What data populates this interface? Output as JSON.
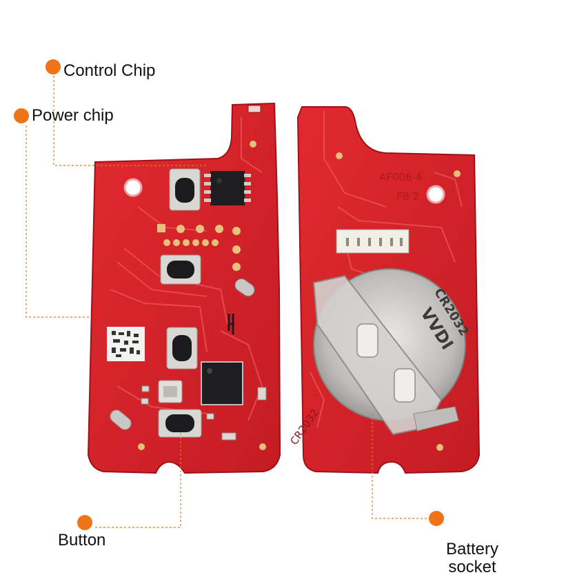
{
  "colors": {
    "pcb_red": "#d6232a",
    "pcb_dark": "#a8141b",
    "trace": "#e8474d",
    "marker_orange": "#f07318",
    "leader_line": "#e07a2a",
    "metal": "#c9c9c7",
    "chip_black": "#1d1d1f"
  },
  "callouts": {
    "control_chip": "Control Chip",
    "power_chip": "Power chip",
    "button": "Button",
    "battery_socket_line1": "Battery",
    "battery_socket_line2": "socket"
  },
  "board_markings": {
    "battery_model_text": "CR2032",
    "holder_brand_text": "VVDI",
    "holder_model_text": "CR2032",
    "back_board_code": "AF006-4",
    "back_board_rev": "FB 2"
  },
  "icons": {
    "marker": "orange-dot-icon"
  }
}
